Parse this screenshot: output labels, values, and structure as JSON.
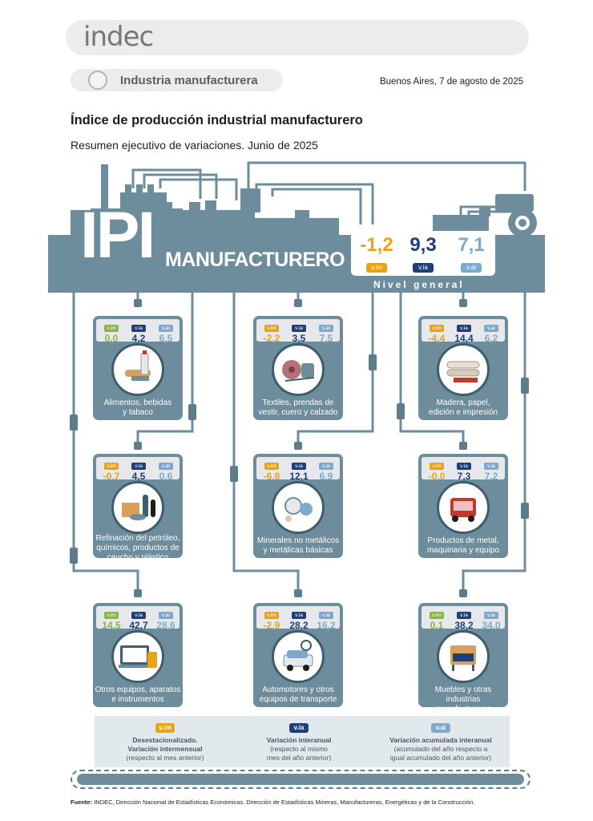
{
  "header": {
    "logo": "indec",
    "section": "Industria manufacturera",
    "place_date": "Buenos Aires, 7 de agosto de 2025"
  },
  "document": {
    "title": "Índice de producción industrial manufacturero",
    "subtitle": "Resumen ejecutivo de variaciones. Junio de 2025"
  },
  "banner": {
    "big": "IPI",
    "word": "MANUFACTURERO",
    "general": {
      "vim": "-1,2",
      "via": "9,3",
      "vai": "7,1",
      "label": "Nivel general"
    }
  },
  "badges": {
    "vim": "v.im",
    "via": "v.ia",
    "vai": "v.ai"
  },
  "colors": {
    "vim": "#e8a317",
    "vim_positive": "#89b63c",
    "via": "#1e3f78",
    "vai": "#7ea9cc",
    "pipe": "#6d8d9c",
    "pipe_dark": "#3f5e6c"
  },
  "sectors": [
    {
      "vim": "0,0",
      "vim_positive": true,
      "via": "4,2",
      "vai": "6,5",
      "label_1": "Alimentos, bebidas",
      "label_2": "y tabaco",
      "label_3": "",
      "icon": "food-drinks-icon"
    },
    {
      "vim": "-2,2",
      "vim_positive": false,
      "via": "3,5",
      "vai": "7,5",
      "label_1": "Textiles, prendas de",
      "label_2": "vestir, cuero y calzado",
      "label_3": "",
      "icon": "textiles-icon"
    },
    {
      "vim": "-4,4",
      "vim_positive": false,
      "via": "14,4",
      "vai": "6,2",
      "label_1": "Madera, papel,",
      "label_2": "edición e impresión",
      "label_3": "",
      "icon": "wood-paper-icon"
    },
    {
      "vim": "-0,7",
      "vim_positive": false,
      "via": "4,5",
      "vai": "0,6",
      "label_1": "Refinación del petróleo,",
      "label_2": "químicos, productos de",
      "label_3": "caucho y plástico",
      "icon": "chemicals-icon"
    },
    {
      "vim": "-6,8",
      "vim_positive": false,
      "via": "12,1",
      "vai": "6,9",
      "label_1": "Minerales no metálicos",
      "label_2": "y metálicas básicas",
      "label_3": "",
      "icon": "minerals-icon"
    },
    {
      "vim": "-0,0",
      "vim_positive": false,
      "via": "7,3",
      "vai": "7,2",
      "label_1": "Productos de metal,",
      "label_2": "maquinaria y equipo",
      "label_3": "",
      "icon": "machinery-icon"
    },
    {
      "vim": "14,5",
      "vim_positive": true,
      "via": "42,7",
      "vai": "28,6",
      "label_1": "Otros equipos, aparatos",
      "label_2": "e instrumentos",
      "label_3": "",
      "icon": "devices-icon"
    },
    {
      "vim": "-2,9",
      "vim_positive": false,
      "via": "28,2",
      "vai": "16,2",
      "label_1": "Automotores y otros",
      "label_2": "equipos de transporte",
      "label_3": "",
      "icon": "vehicles-icon"
    },
    {
      "vim": "0,1",
      "vim_positive": true,
      "via": "38,2",
      "vai": "34,0",
      "label_1": "Muebles y otras industrias",
      "label_2": "manufactureras",
      "label_3": "",
      "icon": "furniture-icon"
    }
  ],
  "legend": [
    {
      "badge": "v.im",
      "title_1": "Desestacionalizado.",
      "title_2": "Variación intermensual",
      "desc_1": "(respecto al mes anterior)",
      "desc_2": ""
    },
    {
      "badge": "v.ia",
      "title_1": "Variación interanual",
      "title_2": "",
      "desc_1": "(respecto al mismo",
      "desc_2": "mes del año anterior)"
    },
    {
      "badge": "v.ai",
      "title_1": "Variación acumulada interanual",
      "title_2": "",
      "desc_1": "(acumulado del año respecto a",
      "desc_2": "igual acumulado del año anterior)"
    }
  ],
  "source": {
    "label": "Fuente:",
    "text": "INDEC, Dirección Nacional de Estadísticas Económicas. Dirección de Estadísticas Mineras, Manufactureras, Energéticas y de la Construcción."
  }
}
